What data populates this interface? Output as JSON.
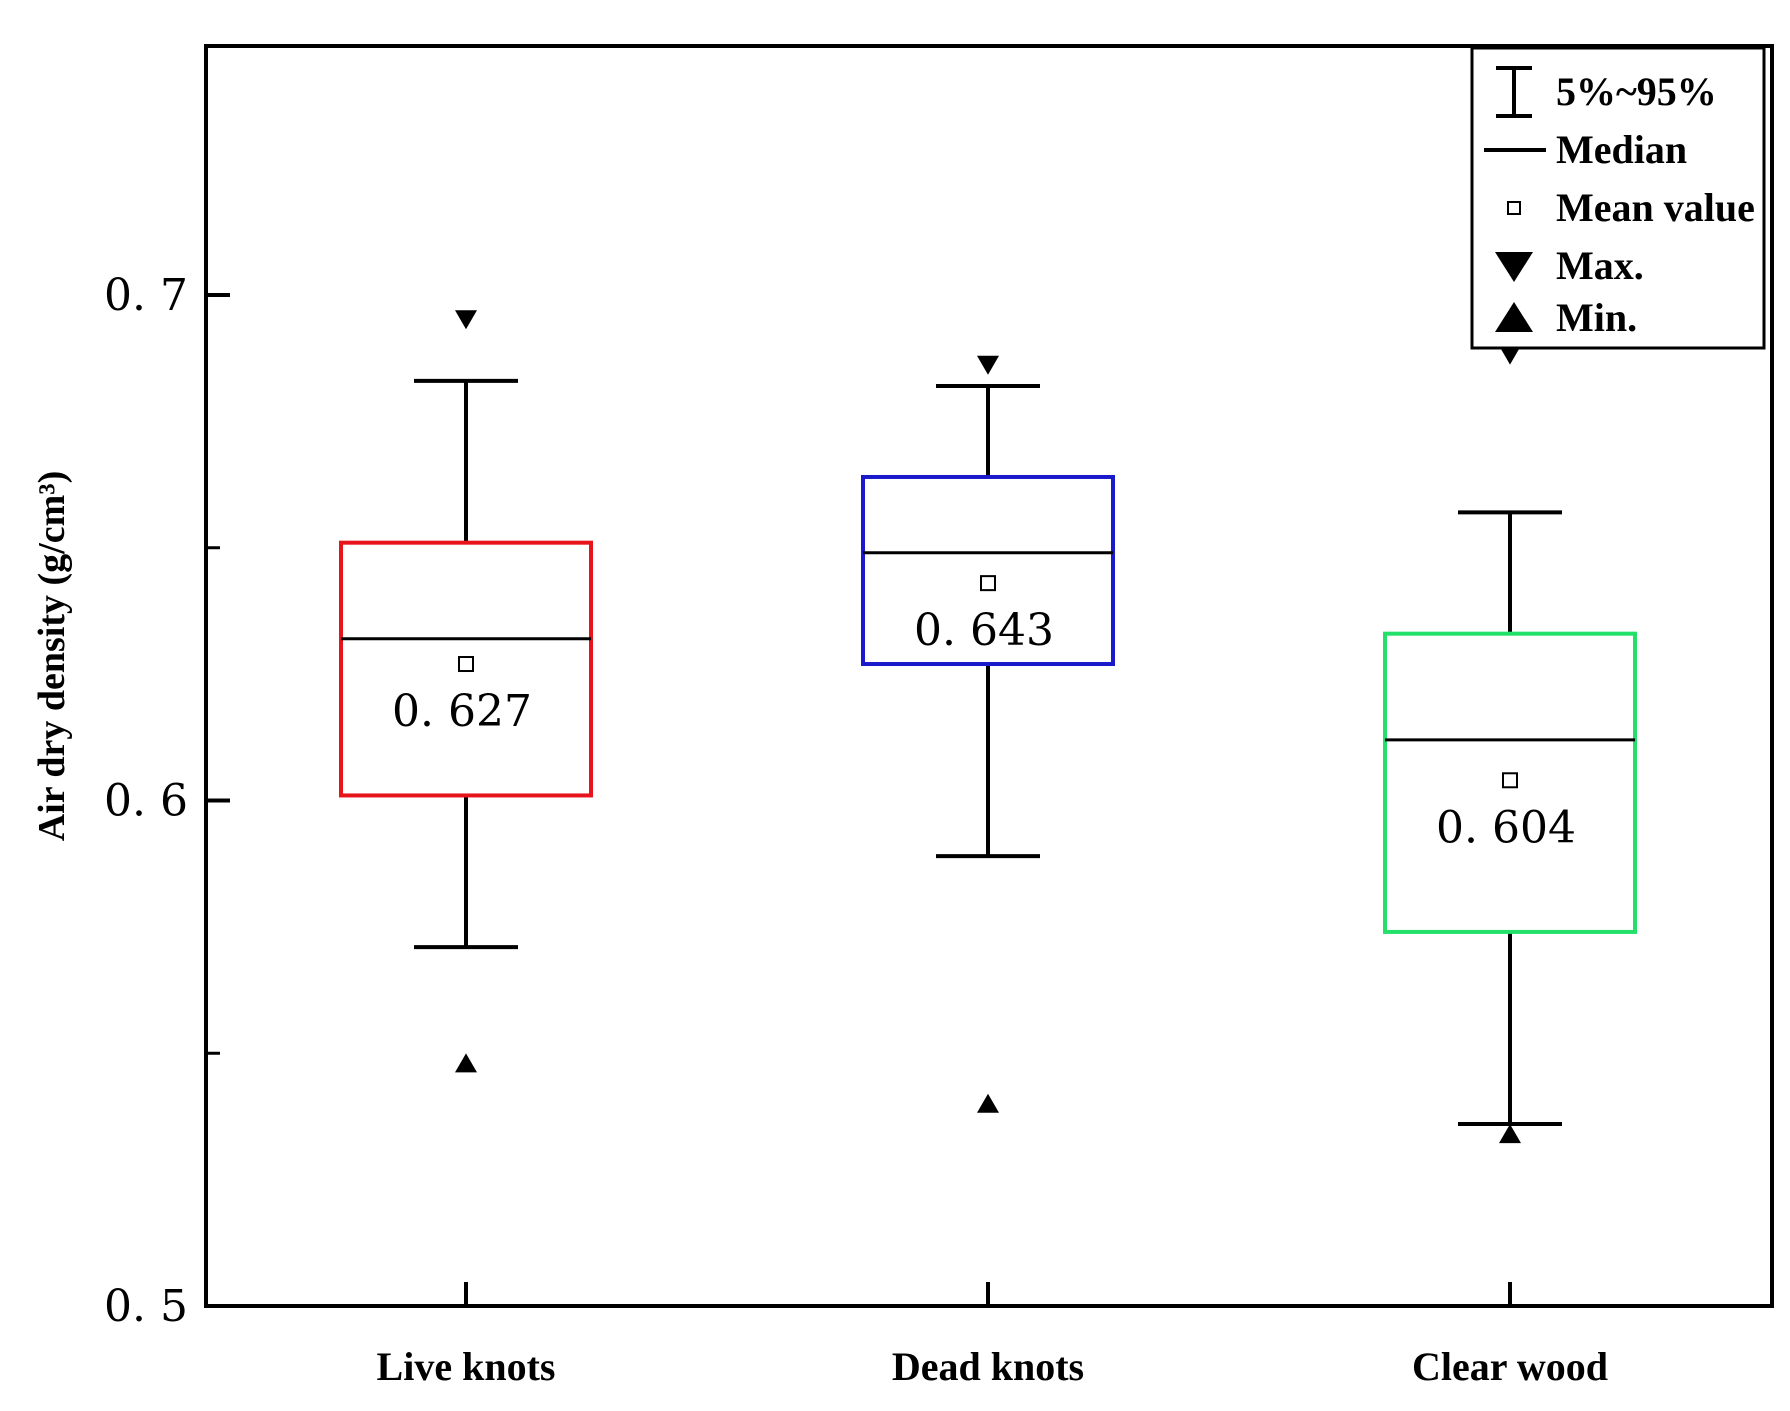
{
  "chart_data": {
    "type": "box",
    "ylabel": "Air dry density (g/cm³)",
    "ylim": [
      0.5,
      0.75
    ],
    "y_ticks": [
      {
        "value": 0.5,
        "label": "0. 5"
      },
      {
        "value": 0.6,
        "label": "0. 6"
      },
      {
        "value": 0.7,
        "label": "0. 7"
      }
    ],
    "categories": [
      "Live knots",
      "Dead knots",
      "Clear wood"
    ],
    "boxes": [
      {
        "category": "Live knots",
        "color": "#e8141c",
        "p5": 0.571,
        "q1": 0.601,
        "median": 0.632,
        "q3": 0.651,
        "p95": 0.683,
        "mean": 0.627,
        "mean_label": "0. 627",
        "min": 0.548,
        "max": 0.695
      },
      {
        "category": "Dead knots",
        "color": "#1a1acc",
        "p5": 0.589,
        "q1": 0.627,
        "median": 0.649,
        "q3": 0.664,
        "p95": 0.682,
        "mean": 0.643,
        "mean_label": "0. 643",
        "min": 0.54,
        "max": 0.686
      },
      {
        "category": "Clear wood",
        "color": "#22e06a",
        "p5": 0.536,
        "q1": 0.574,
        "median": 0.612,
        "q3": 0.633,
        "p95": 0.657,
        "mean": 0.604,
        "mean_label": "0. 604",
        "min": 0.534,
        "max": 0.688
      }
    ],
    "legend": {
      "position": "top-right",
      "items": [
        {
          "symbol": "whisker",
          "label": "5%~95%"
        },
        {
          "symbol": "line",
          "label": "Median"
        },
        {
          "symbol": "square",
          "label": "Mean value"
        },
        {
          "symbol": "triangle-down",
          "label": "Max."
        },
        {
          "symbol": "triangle-up",
          "label": "Min."
        }
      ]
    }
  }
}
